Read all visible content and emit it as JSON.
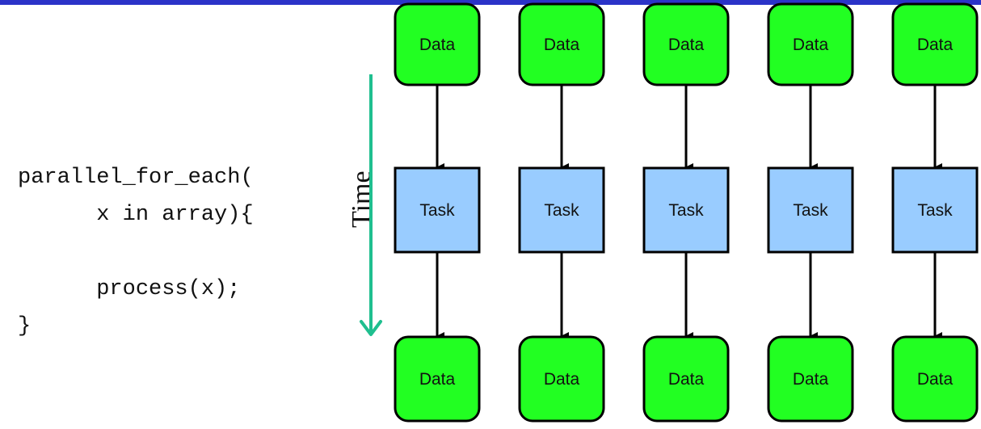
{
  "code_lines": [
    "parallel_for_each(",
    "      x in array){",
    "",
    "      process(x);",
    "}"
  ],
  "time_label": "Time",
  "colors": {
    "top_bar": "#2b33c8",
    "data_fill": "#22ff22",
    "task_fill": "#99ccff",
    "time_arrow": "#1fbf8f",
    "stroke": "#000000"
  },
  "columns": [
    {
      "input": "Data",
      "task": "Task",
      "output": "Data"
    },
    {
      "input": "Data",
      "task": "Task",
      "output": "Data"
    },
    {
      "input": "Data",
      "task": "Task",
      "output": "Data"
    },
    {
      "input": "Data",
      "task": "Task",
      "output": "Data"
    },
    {
      "input": "Data",
      "task": "Task",
      "output": "Data"
    }
  ]
}
